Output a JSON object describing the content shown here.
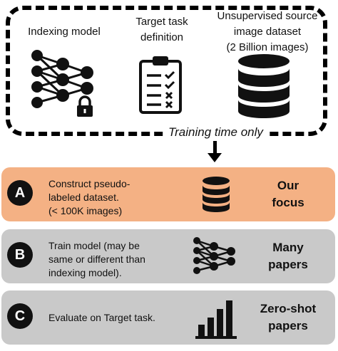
{
  "inputs": {
    "indexing_model": "Indexing model",
    "target_task_line1": "Target task",
    "target_task_line2": "definition",
    "source_line1": "Unsupervised source",
    "source_line2": "image dataset",
    "source_line3": "(2 Billion images)",
    "training_note": "Training time only"
  },
  "stages": [
    {
      "letter": "A",
      "desc_lines": [
        "Construct pseudo-",
        "labeled dataset.",
        "(< 100K images)"
      ],
      "side_lines": [
        "Our",
        "focus"
      ],
      "icon": "database-icon",
      "color": "#f4b184"
    },
    {
      "letter": "B",
      "desc_lines": [
        "Train model (may be",
        "same or different than",
        "indexing model)."
      ],
      "side_lines": [
        "Many",
        "papers"
      ],
      "icon": "neural-network-icon",
      "color": "#c9c9c9"
    },
    {
      "letter": "C",
      "desc_lines": [
        "Evaluate on Target task."
      ],
      "side_lines": [
        "Zero-shot",
        "papers"
      ],
      "icon": "bar-chart-icon",
      "color": "#c9c9c9"
    }
  ]
}
